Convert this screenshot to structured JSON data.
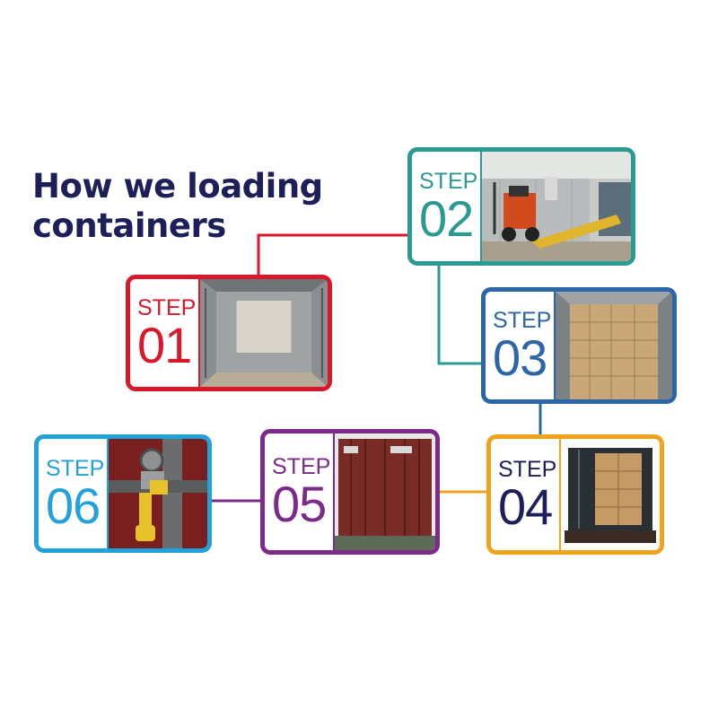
{
  "title": {
    "line1": "How we loading",
    "line2": "containers"
  },
  "steps": [
    {
      "word": "STEP",
      "number": "01",
      "color": "#d7192b",
      "photo": "empty-container-photo"
    },
    {
      "word": "STEP",
      "number": "02",
      "color": "#2a9a93",
      "photo": "forklift-loading-ramp-photo"
    },
    {
      "word": "STEP",
      "number": "03",
      "color": "#2c66a8",
      "photo": "container-loaded-with-cartons-photo"
    },
    {
      "word": "STEP",
      "number": "04",
      "color": "#efa21a",
      "photo": "loaded-container-rear-view-photo"
    },
    {
      "word": "STEP",
      "number": "05",
      "color": "#7d2b8b",
      "photo": "closed-container-doors-photo"
    },
    {
      "word": "STEP",
      "number": "06",
      "color": "#22a2d8",
      "photo": "bolt-seal-photo"
    }
  ]
}
